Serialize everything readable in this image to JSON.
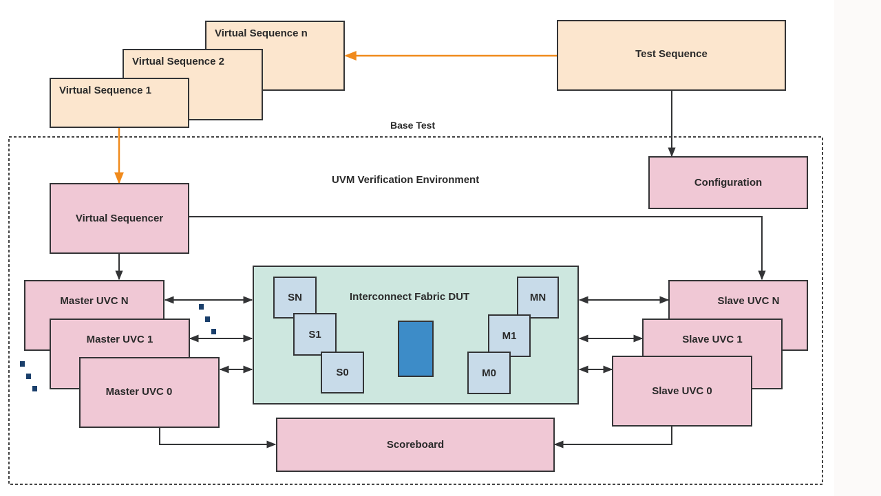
{
  "diagram": {
    "test_sequence": "Test Sequence",
    "virtual_sequences": [
      "Virtual Sequence 1",
      "Virtual Sequence 2",
      "Virtual Sequence n"
    ],
    "base_test": "Base Test",
    "uvm_environment": "UVM Verification Environment",
    "configuration": "Configuration",
    "virtual_sequencer": "Virtual Sequencer",
    "master_uvcs": [
      "Master UVC N",
      "Master UVC 1",
      "Master UVC 0"
    ],
    "slave_uvcs": [
      "Slave UVC N",
      "Slave UVC 1",
      "Slave UVC 0"
    ],
    "dut": {
      "title": "Interconnect Fabric DUT",
      "slave_ports": [
        "SN",
        "S1",
        "S0"
      ],
      "master_ports": [
        "MN",
        "M1",
        "M0"
      ]
    },
    "scoreboard": "Scoreboard"
  },
  "colors": {
    "sequence_fill": "#fce6ce",
    "component_fill": "#f0c8d5",
    "dut_fill": "#cde7df",
    "port_fill": "#c8dbe9",
    "core_fill": "#3d8cc8",
    "orange_arrow": "#f08a1c",
    "blue_arrow": "#2a6fb5"
  }
}
